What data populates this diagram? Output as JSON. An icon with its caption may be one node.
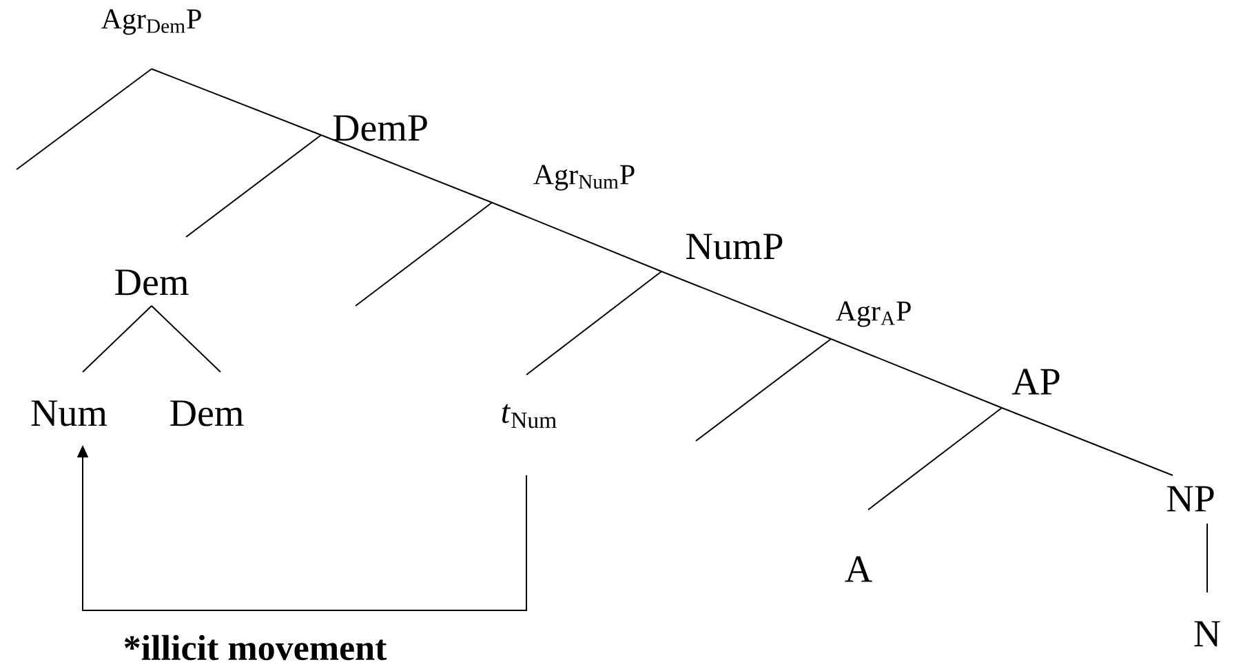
{
  "diagram": {
    "nodes": [
      {
        "text": [
          "Agr$_{Dem}$P"
        ]
      },
      {
        "text": [
          "DemP"
        ]
      },
      {
        "text": [
          "Agr$_{Num}$P"
        ]
      },
      {
        "text": [
          "NumP"
        ]
      },
      {
        "text": [
          "Agr$_{A}$P"
        ]
      },
      {
        "text": [
          "AP"
        ]
      },
      {
        "text": [
          "NP"
        ]
      },
      {
        "text": [
          "N"
        ]
      },
      {
        "text": [
          "Dem"
        ]
      },
      {
        "text": [
          "Num"
        ]
      },
      {
        "text": [
          "Dem"
        ]
      },
      {
        "text": [
          "*t*$_{Num}$"
        ]
      },
      {
        "text": [
          "A"
        ]
      }
    ],
    "edges": [
      {
        "from": 0,
        "to": 1,
        "arrow": "none"
      },
      {
        "from": 1,
        "to": 2,
        "arrow": "none"
      },
      {
        "from": 2,
        "to": 3,
        "arrow": "none"
      },
      {
        "from": 3,
        "to": 4,
        "arrow": "none"
      },
      {
        "from": 4,
        "to": 5,
        "arrow": "none"
      },
      {
        "from": 5,
        "to": 6,
        "arrow": "none"
      },
      {
        "from": 6,
        "to": 7,
        "arrow": "none"
      },
      {
        "from": 0,
        "to": null,
        "arrow": "none"
      },
      {
        "from": 1,
        "to": 8,
        "arrow": "none"
      },
      {
        "from": 2,
        "to": null,
        "arrow": "none"
      },
      {
        "from": 3,
        "to": 11,
        "arrow": "none"
      },
      {
        "from": 4,
        "to": null,
        "arrow": "none"
      },
      {
        "from": 5,
        "to": 12,
        "arrow": "none"
      },
      {
        "from": 8,
        "to": 9,
        "arrow": "none"
      },
      {
        "from": 8,
        "to": 10,
        "arrow": "none"
      },
      {
        "from": 11,
        "to": 9,
        "arrow": "to",
        "label": "*illicit movement"
      }
    ]
  }
}
